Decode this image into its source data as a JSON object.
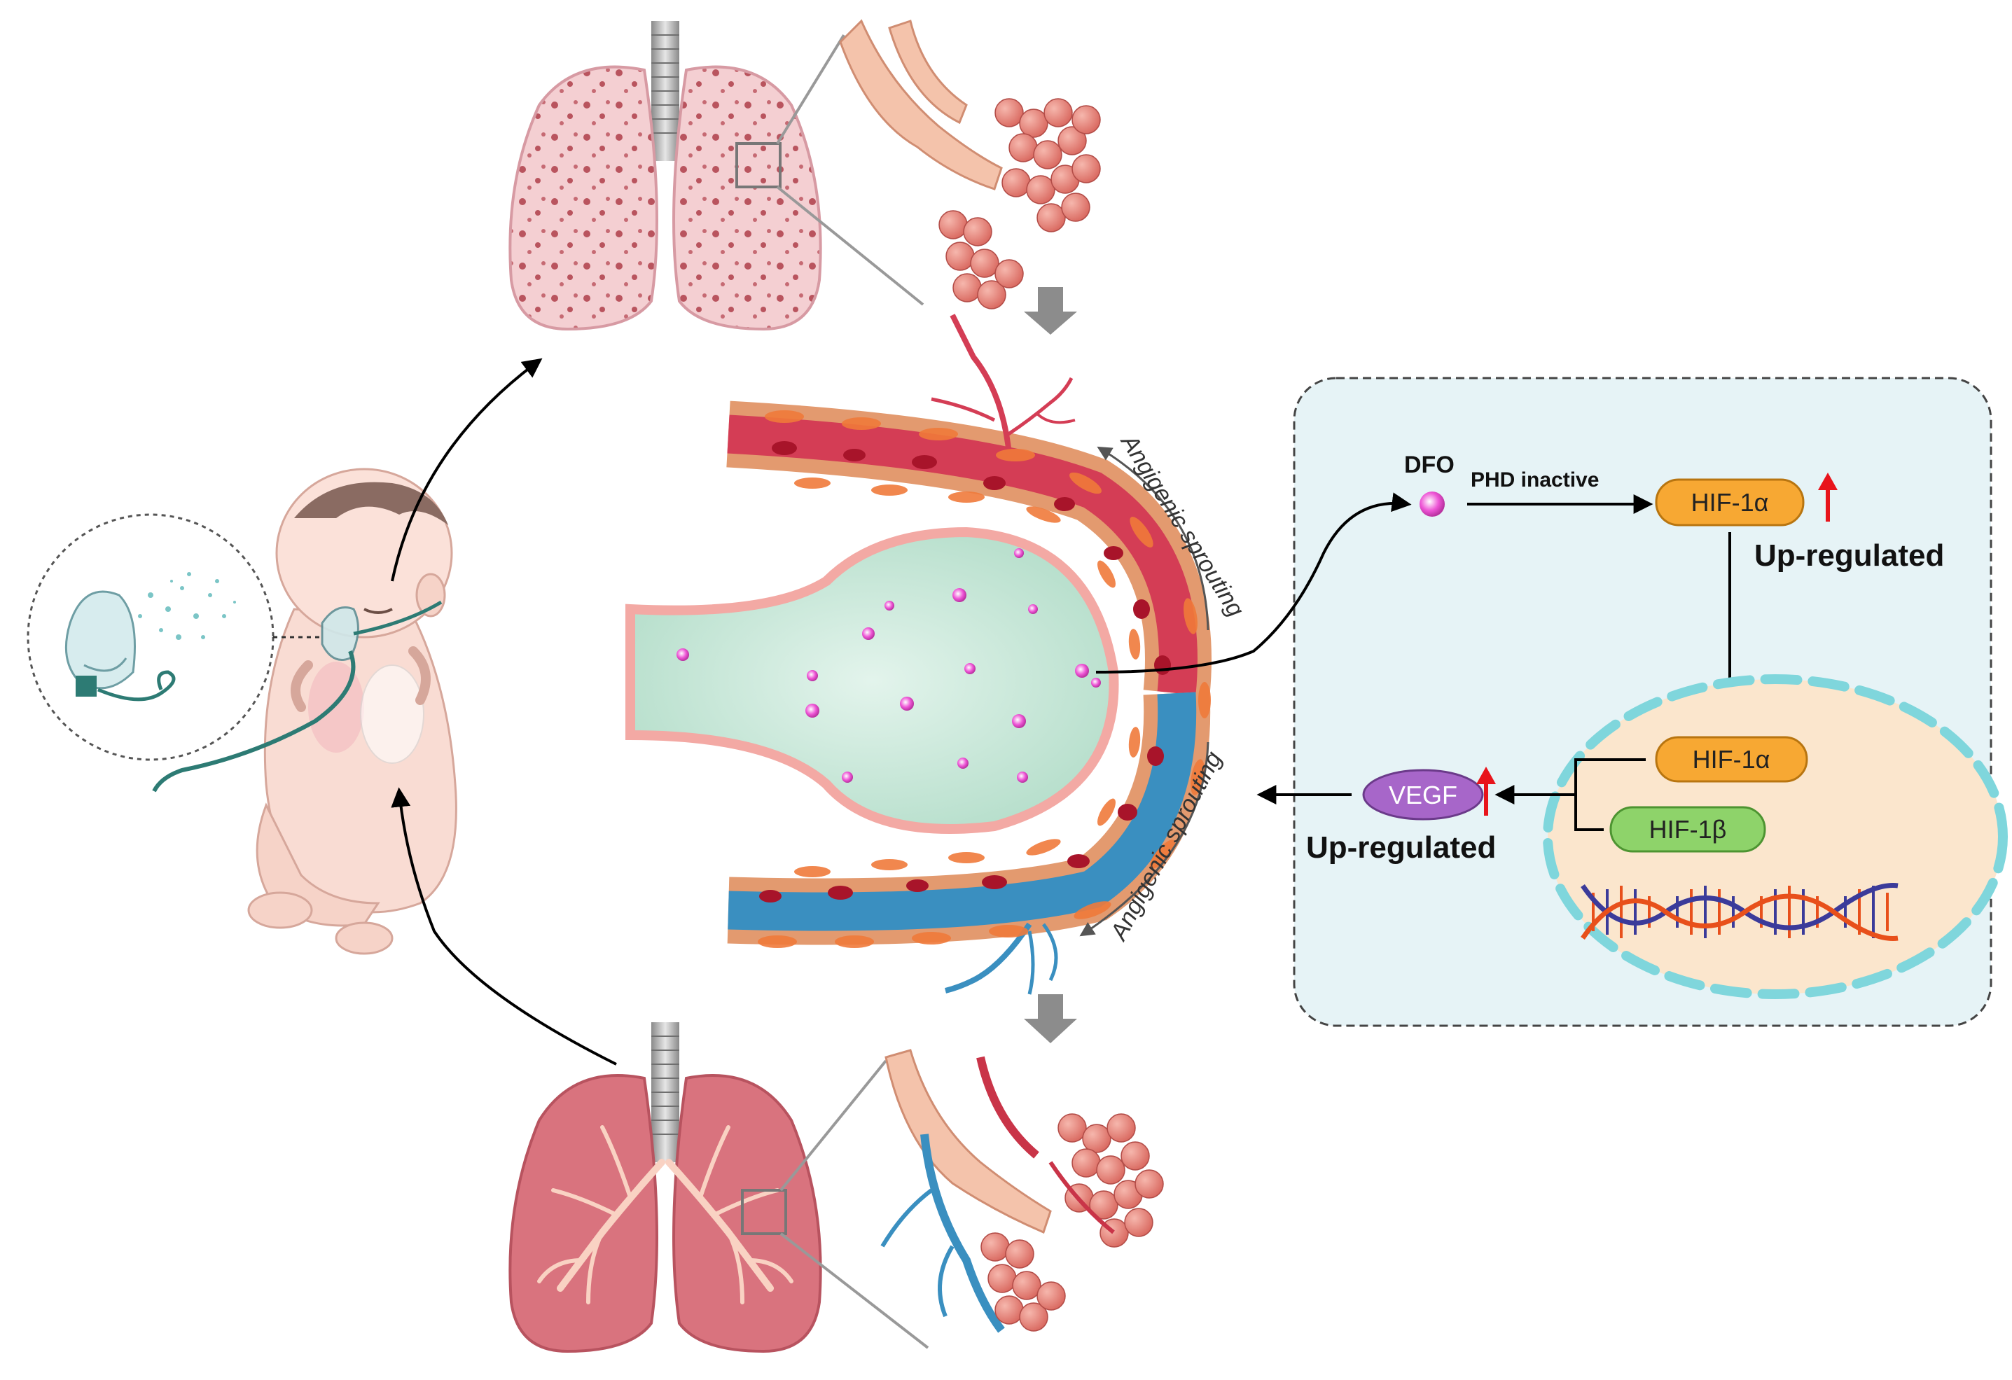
{
  "labels": {
    "dfo": "DFO",
    "phd_inactive": "PHD inactive",
    "hif1a_top": "HIF-1α",
    "upregulated_top": "Up-regulated",
    "hif1a_nucleus": "HIF-1α",
    "hif1b": "HIF-1β",
    "vegf": "VEGF",
    "upregulated_vegf": "Up-regulated",
    "angiogenic_upper": "Angigenic sprouting",
    "angiogenic_lower": "Angigenic sprouting"
  },
  "colors": {
    "hif1a": "#f7a833",
    "hif1b": "#8ed36a",
    "vegf": "#a766c9",
    "upregulated_arrow": "#e8141b",
    "panel_bg": "#e6f3f6",
    "nucleus_fill": "#fbe6cd",
    "nucleus_border": "#7fd6dc",
    "artery": "#d43d55",
    "vein": "#3a8fc0",
    "endothelial": "#f07a3a",
    "alveolus_fill": "#bfe3d3",
    "dfo_particle": "#ee55d6",
    "lung_healthy": "#d9737e",
    "lung_damaged": "#f3c9cd"
  }
}
